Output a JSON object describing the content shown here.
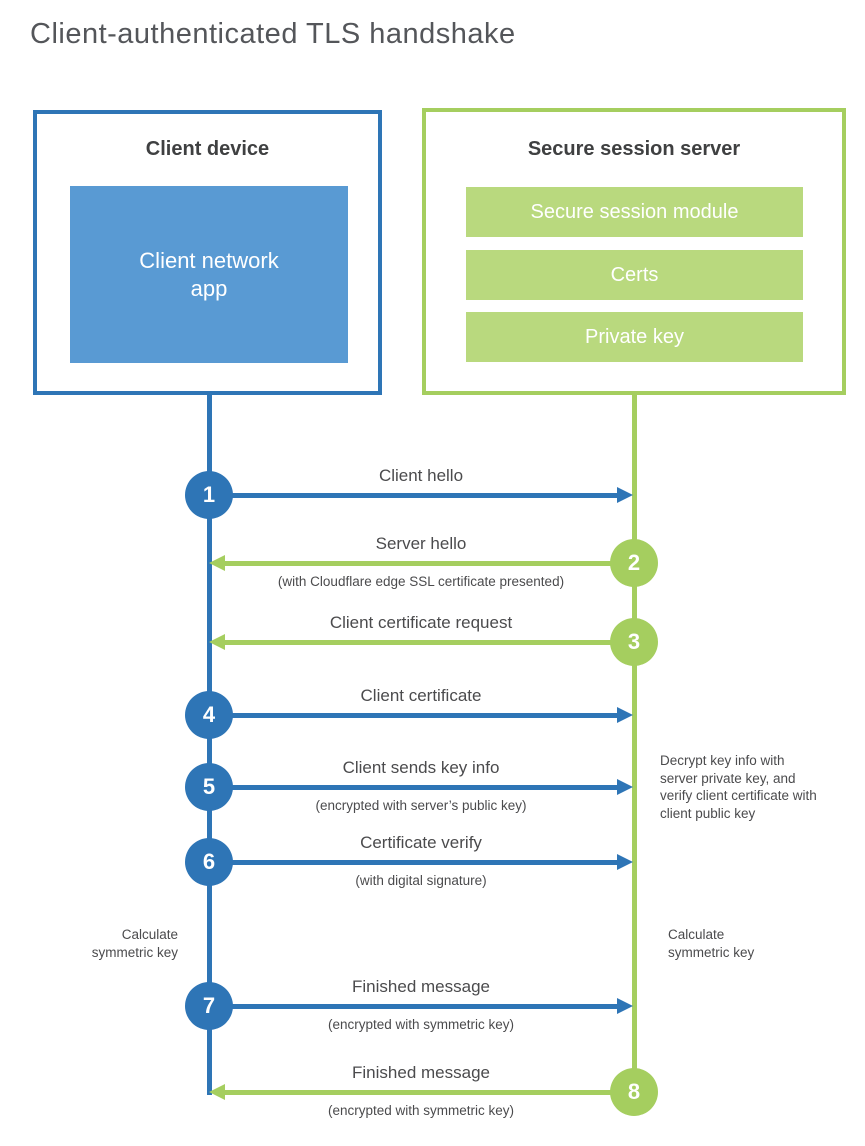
{
  "title": "Client-authenticated TLS handshake",
  "colors": {
    "blue_accent": "#2e75b6",
    "blue_fill": "#599ad3",
    "green_accent": "#a5ce5f",
    "green_fill": "#b9d97e",
    "heading_text": "#3f4041",
    "body_text": "#4b4b4d",
    "title_text": "#54565a"
  },
  "client": {
    "title": "Client device",
    "app": "Client network app"
  },
  "server": {
    "title": "Secure session server",
    "modules": [
      "Secure session module",
      "Certs",
      "Private key"
    ]
  },
  "steps": [
    {
      "num": "1",
      "from": "client",
      "direction": "right",
      "label": "Client hello",
      "sub": ""
    },
    {
      "num": "2",
      "from": "server",
      "direction": "left",
      "label": "Server hello",
      "sub": "(with Cloudflare edge SSL certificate presented)"
    },
    {
      "num": "3",
      "from": "server",
      "direction": "left",
      "label": "Client certificate request",
      "sub": ""
    },
    {
      "num": "4",
      "from": "client",
      "direction": "right",
      "label": "Client certificate",
      "sub": ""
    },
    {
      "num": "5",
      "from": "client",
      "direction": "right",
      "label": "Client sends key info",
      "sub": "(encrypted with server’s public key)"
    },
    {
      "num": "6",
      "from": "client",
      "direction": "right",
      "label": "Certificate verify",
      "sub": "(with digital signature)"
    },
    {
      "num": "7",
      "from": "client",
      "direction": "right",
      "label": "Finished message",
      "sub": "(encrypted with symmetric key)"
    },
    {
      "num": "8",
      "from": "server",
      "direction": "left",
      "label": "Finished message",
      "sub": "(encrypted with symmetric key)"
    }
  ],
  "notes": {
    "decrypt": "Decrypt key info with server private key, and verify client certificate with client public key",
    "calc_client": "Calculate symmetric key",
    "calc_server": "Calculate symmetric key"
  }
}
